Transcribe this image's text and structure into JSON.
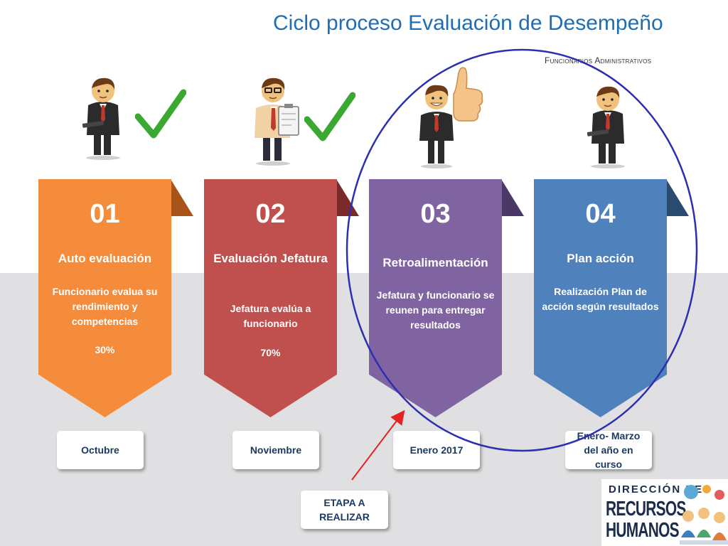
{
  "title": "Ciclo proceso Evaluación de Desempeño",
  "subtitle": "Funcionarios Administrativos",
  "steps": [
    {
      "number": "01",
      "title": "Auto evaluación",
      "description": "Funcionario evalua su rendimiento y competencias",
      "percent": "30%",
      "color": "#f58c3c",
      "fold_color": "#a8531a",
      "completed": true
    },
    {
      "number": "02",
      "title": "Evaluación Jefatura",
      "description": "Jefatura evalúa a funcionario",
      "percent": "70%",
      "color": "#c0504d",
      "fold_color": "#7a2a2a",
      "completed": true
    },
    {
      "number": "03",
      "title": "Retroalimentación",
      "description": "Jefatura y funcionario se reunen para entregar resultados",
      "percent": "",
      "color": "#8064a2",
      "fold_color": "#4a3866",
      "completed": false
    },
    {
      "number": "04",
      "title": "Plan acción",
      "description": "Realización Plan de acción según resultados",
      "percent": "",
      "color": "#4f81bd",
      "fold_color": "#2a4a70",
      "completed": false
    }
  ],
  "dates": [
    "Octubre",
    "Noviembre",
    "Enero 2017",
    "Enero- Marzo del año en curso"
  ],
  "current_stage_label": "ETAPA A REALIZAR",
  "logo": {
    "line1": "DIRECCIÓN DE",
    "line2": "RECURSOS",
    "line3": "HUMANOS"
  },
  "colors": {
    "title": "#1f6db3",
    "highlight_ellipse": "#2b2fb0",
    "arrow": "#e32222",
    "checkmark": "#3aa832",
    "band": "#e0e0e2"
  },
  "icons": [
    "businessman-tablet-icon",
    "businessman-clipboard-icon",
    "businessman-thumbs-up-icon",
    "businessman-tablet-icon",
    "checkmark-icon"
  ]
}
